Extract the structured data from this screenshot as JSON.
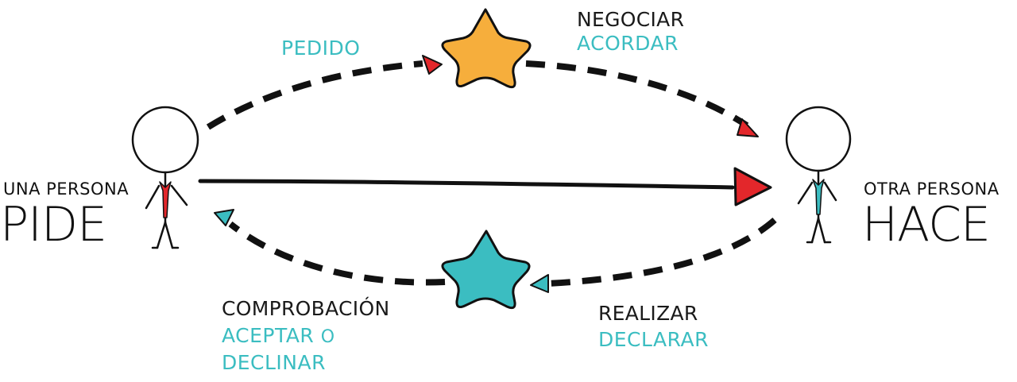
{
  "left_person": {
    "role_label": "UNA PERSONA",
    "action": "PIDE"
  },
  "right_person": {
    "role_label": "OTRA PERSONA",
    "action": "HACE"
  },
  "steps": {
    "request": {
      "label": "PEDIDO"
    },
    "negotiate": {
      "line1": "NEGOCIAR",
      "line2": "ACORDAR"
    },
    "perform": {
      "line1": "REALIZAR",
      "line2": "DECLARAR"
    },
    "check": {
      "line1": "COMPROBACIÓN",
      "line2": "ACEPTAR",
      "line2_suffix": "O",
      "line3": "DECLINAR"
    }
  },
  "colors": {
    "teal": "#3bbdc1",
    "orange": "#f6ae3c",
    "red": "#e3272b",
    "outline": "#111111"
  }
}
